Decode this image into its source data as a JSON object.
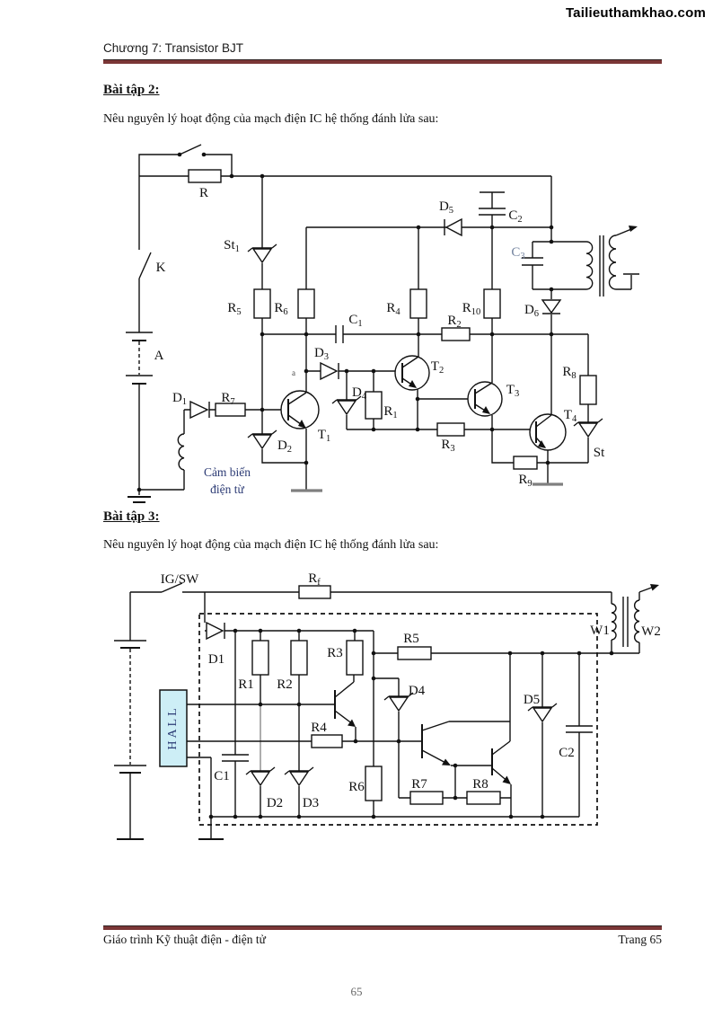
{
  "badge": "Tailieuthamkhao.com",
  "header": {
    "title": "Chương 7: Transistor BJT"
  },
  "sections": [
    {
      "heading": "Bài tập 2:",
      "prompt": "Nêu nguyên lý hoạt động của mạch điện IC hệ thống đánh lửa sau:"
    },
    {
      "heading": "Bài tập 3:",
      "prompt": "Nêu nguyên lý hoạt động của mạch điện IC hệ thống đánh lửa sau:"
    }
  ],
  "circuit1": {
    "labels": {
      "r": {
        "t": "R",
        "s": ""
      },
      "k": {
        "t": "K",
        "s": ""
      },
      "a": {
        "t": "A",
        "s": ""
      },
      "st1": {
        "t": "St",
        "s": "1"
      },
      "r5": {
        "t": "R",
        "s": "5"
      },
      "r6": {
        "t": "R",
        "s": "6"
      },
      "c1": {
        "t": "C",
        "s": "1"
      },
      "d5": {
        "t": "D",
        "s": "5"
      },
      "c2": {
        "t": "C",
        "s": "2"
      },
      "c3": {
        "t": "C",
        "s": "3"
      },
      "r4": {
        "t": "R",
        "s": "4"
      },
      "r10": {
        "t": "R",
        "s": "10"
      },
      "r2": {
        "t": "R",
        "s": "2"
      },
      "d6": {
        "t": "D",
        "s": "6"
      },
      "d3": {
        "t": "D",
        "s": "3"
      },
      "d4": {
        "t": "D",
        "s": "4"
      },
      "r1": {
        "t": "R",
        "s": "1"
      },
      "t1": {
        "t": "T",
        "s": "1"
      },
      "t2": {
        "t": "T",
        "s": "2"
      },
      "t3": {
        "t": "T",
        "s": "3"
      },
      "t4": {
        "t": "T",
        "s": "4"
      },
      "d1": {
        "t": "D",
        "s": "1"
      },
      "r7": {
        "t": "R",
        "s": "7"
      },
      "d2": {
        "t": "D",
        "s": "2"
      },
      "r3": {
        "t": "R",
        "s": "3"
      },
      "r8": {
        "t": "R",
        "s": "8"
      },
      "st": {
        "t": "St",
        "s": ""
      },
      "r9": {
        "t": "R",
        "s": "9"
      },
      "sensor1": "Cảm biến",
      "sensor2": "điện từ",
      "stray": "a"
    }
  },
  "circuit2": {
    "labels": {
      "igsw": "IG/SW",
      "rf": {
        "t": "R",
        "s": "f"
      },
      "d1": "D1",
      "r1": "R1",
      "r2": "R2",
      "r3": "R3",
      "r4": "R4",
      "r5": "R5",
      "r6": "R6",
      "r7": "R7",
      "r8": "R8",
      "d2": "D2",
      "d3": "D3",
      "d4": "D4",
      "d5": "D5",
      "c1": "C1",
      "c2": "C2",
      "hall": "HALL",
      "w1": "W1",
      "w2": "W2"
    }
  },
  "footer": {
    "left": "Giáo trình Kỹ thuật điện - điện tử",
    "right": "Trang 65"
  },
  "page_number": "65",
  "colors": {
    "accent_rule": "#7b3636",
    "hall_fill": "#cdeef6",
    "label_navy": "#2b3a74"
  }
}
